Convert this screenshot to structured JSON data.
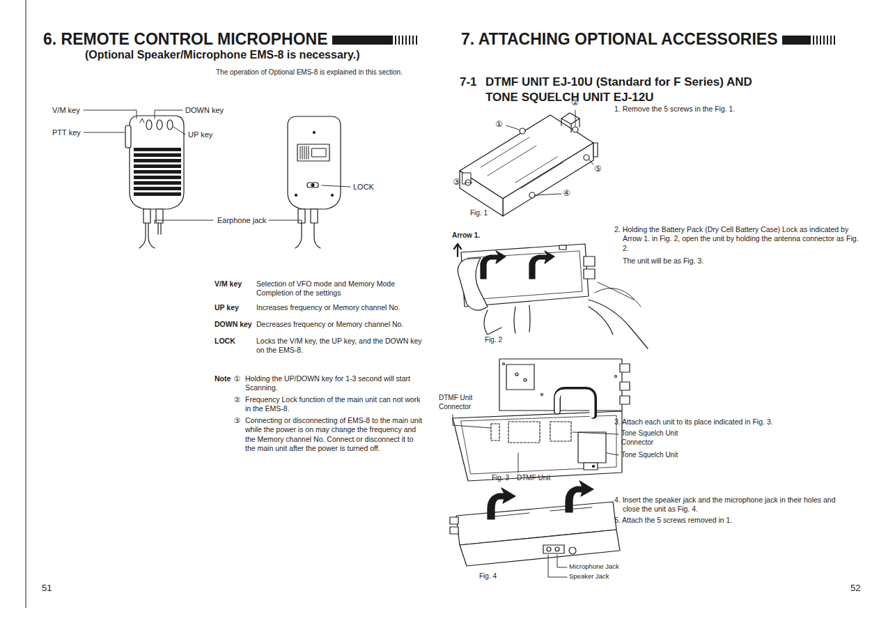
{
  "diagram": {
    "title": "6. REMOTE CONTROL MICROPHONE",
    "labels": [
      "(Optional Speaker/Microphone EMS-8 is necessary.)",
      "The operation of Optional EMS-8 is explained in this section.",
      "V/M key",
      "DOWN key",
      "PTT key",
      "UP key",
      "LOCK",
      "Earphone jack",
      "V/M key",
      "Selection of VFO mode and Memory Mode Completion of the settings",
      "UP key",
      "Increases frequency or Memory channel No.",
      "DOWN key",
      "Decreases frequency or Memory channel No.",
      "LOCK",
      "Locks the V/M key, the UP key, and the DOWN key on the EMS-8.",
      "Note",
      "①",
      "Holding the UP/DOWN key for 1-3 second will start Scanning.",
      "②",
      "Frequency Lock function of the main unit can not work in the EMS-8.",
      "③",
      "Connecting or disconnecting of EMS-8 to the main unit while the power is on may change the frequency and the Memory channel No. Connect or disconnect it to the main unit after the power is turned off.",
      "51",
      "7. ATTACHING OPTIONAL ACCESSORIES",
      "7-1",
      "DTMF UNIT EJ-10U (Standard for F Series) AND TONE SQUELCH UNIT EJ-12U",
      "①",
      "②",
      "③",
      "④",
      "⑤",
      "Fig. 1",
      "1. Remove the 5 screws in the Fig. 1.",
      "Arrow 1.",
      "Fig. 2",
      "2. Holding the Battery Pack (Dry Cell Battery Case) Lock as indicated by Arrow 1. in Fig. 2, open the unit by holding the antenna connector as Fig. 2.",
      "The unit will be as Fig. 3.",
      "DTMF Unit Connector",
      "3. Attach each unit to its place indicated in Fig. 3.",
      "Tone Squelch Unit Connector",
      "Tone Squelch Unit",
      "Fig. 3",
      "DTMF Unit",
      "4. Insert the speaker jack and the microphone jack in their holes and close the unit as Fig. 4.",
      "5. Attach the 5 screws removed in 1.",
      "Microphone Jack",
      "Speaker Jack",
      "Fig. 4",
      "52"
    ]
  }
}
